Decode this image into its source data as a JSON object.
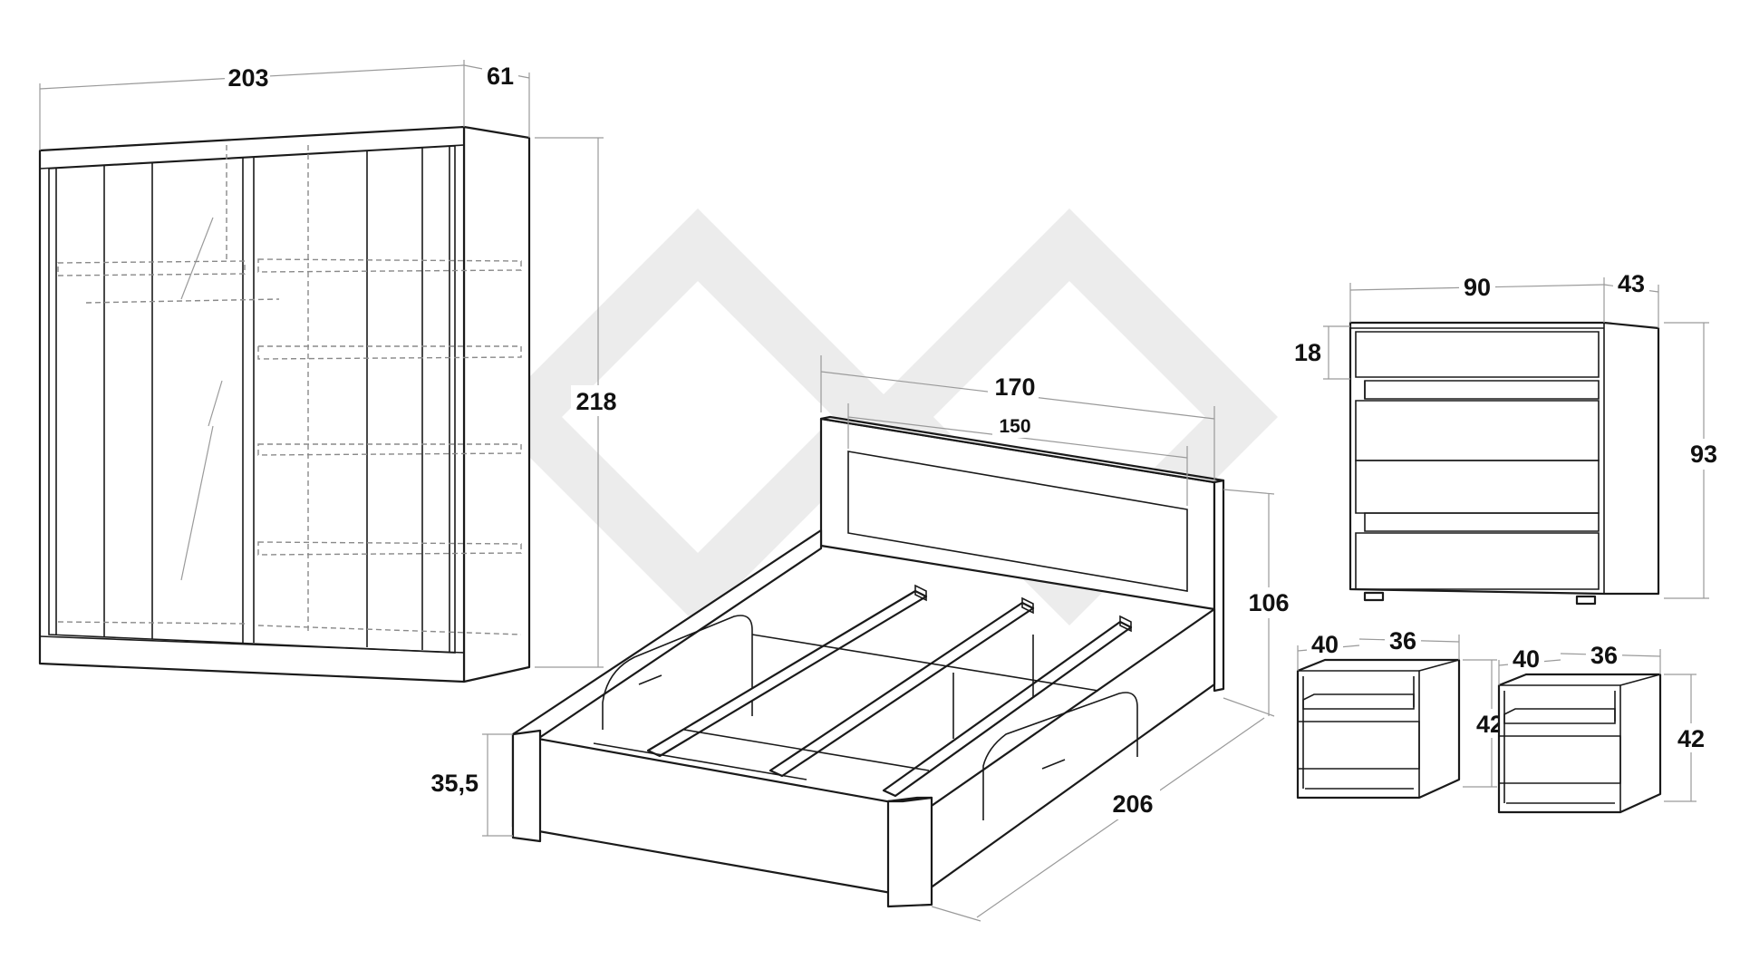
{
  "wardrobe": {
    "width": "203",
    "depth": "61",
    "height": "218"
  },
  "bed": {
    "outer_width": "170",
    "mattress_width": "150",
    "headboard_height": "106",
    "length": "206",
    "frame_height": "35,5"
  },
  "chest": {
    "width": "90",
    "depth": "43",
    "drawer_height": "18",
    "height": "93"
  },
  "nightstand_left": {
    "width": "40",
    "depth": "36",
    "height": "42"
  },
  "nightstand_right": {
    "width": "40",
    "depth": "36",
    "height": "42"
  },
  "colors": {
    "line": "#1a1a1a",
    "dimension": "#9a9a9a",
    "watermark": "#e6e6e6",
    "text": "#111111"
  }
}
